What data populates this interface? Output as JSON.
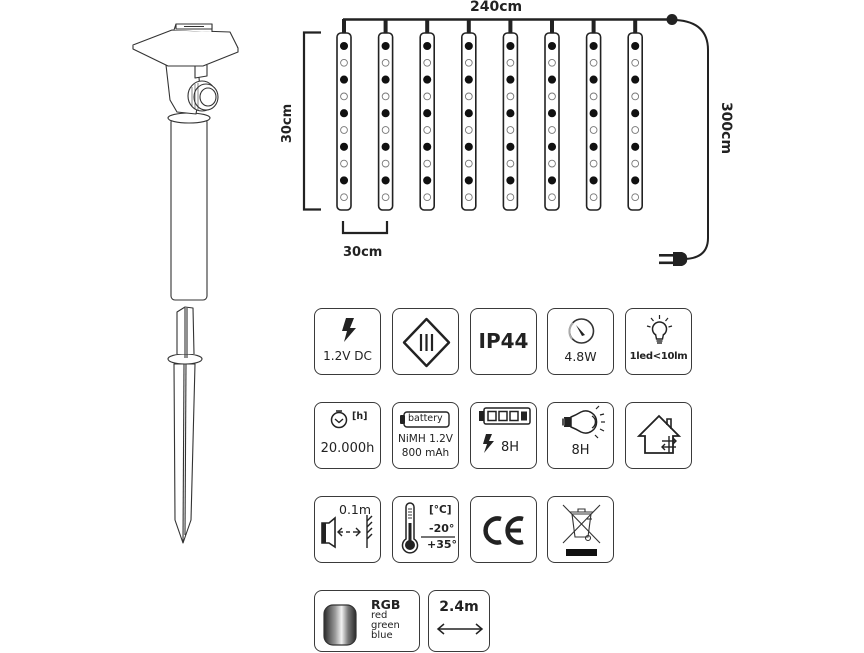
{
  "diagram": {
    "title": "LED curtain light string with solar-style stake mount",
    "dimensions": {
      "total_width": "240cm",
      "string_length": "30cm",
      "string_spacing": "30cm",
      "lead_cable": "300cm"
    },
    "strings": {
      "count": 8,
      "leds_per_string": 10,
      "led_pattern": [
        "filled",
        "hollow"
      ]
    },
    "product_parts": [
      {
        "name": "mount-head-with-tube",
        "label": ""
      },
      {
        "name": "ground-stake",
        "label": ""
      }
    ]
  },
  "specs": {
    "row1": [
      {
        "icon": "lightning-icon",
        "label": "1.2V DC"
      },
      {
        "icon": "protection-class-iii-icon",
        "label": ""
      },
      {
        "icon": "ip-rating",
        "label": "IP44"
      },
      {
        "icon": "gauge-icon",
        "label": "4.8W"
      },
      {
        "icon": "bulb-rays-icon",
        "label": "1led<10lm"
      }
    ],
    "row2": [
      {
        "icon": "stopwatch-icon",
        "unit": "[h]",
        "label": "20.000h"
      },
      {
        "icon": "battery-icon",
        "badge": "battery",
        "label_line1": "NiMH 1.2V",
        "label_line2": "800 mAh"
      },
      {
        "icon": "battery-charge-icon",
        "label": "8H"
      },
      {
        "icon": "lamp-bulb-icon",
        "label": "8H"
      },
      {
        "icon": "indoor-outdoor-house-icon",
        "label": ""
      }
    ],
    "row3": [
      {
        "icon": "min-distance-icon",
        "label": "0.1m"
      },
      {
        "icon": "thermometer-icon",
        "unit": "[°C]",
        "min": "-20°",
        "max": "+35°"
      },
      {
        "icon": "ce-mark-icon",
        "label": "CE"
      },
      {
        "icon": "weee-bin-icon",
        "label": ""
      }
    ],
    "row4": [
      {
        "icon": "rgb-gradient-icon",
        "title": "RGB",
        "colors": [
          "red",
          "green",
          "blue"
        ]
      },
      {
        "icon": "double-arrow-icon",
        "label": "2.4m"
      }
    ]
  },
  "colors": {
    "line": "#222222",
    "border": "#3a3a3a",
    "background": "#ffffff"
  }
}
